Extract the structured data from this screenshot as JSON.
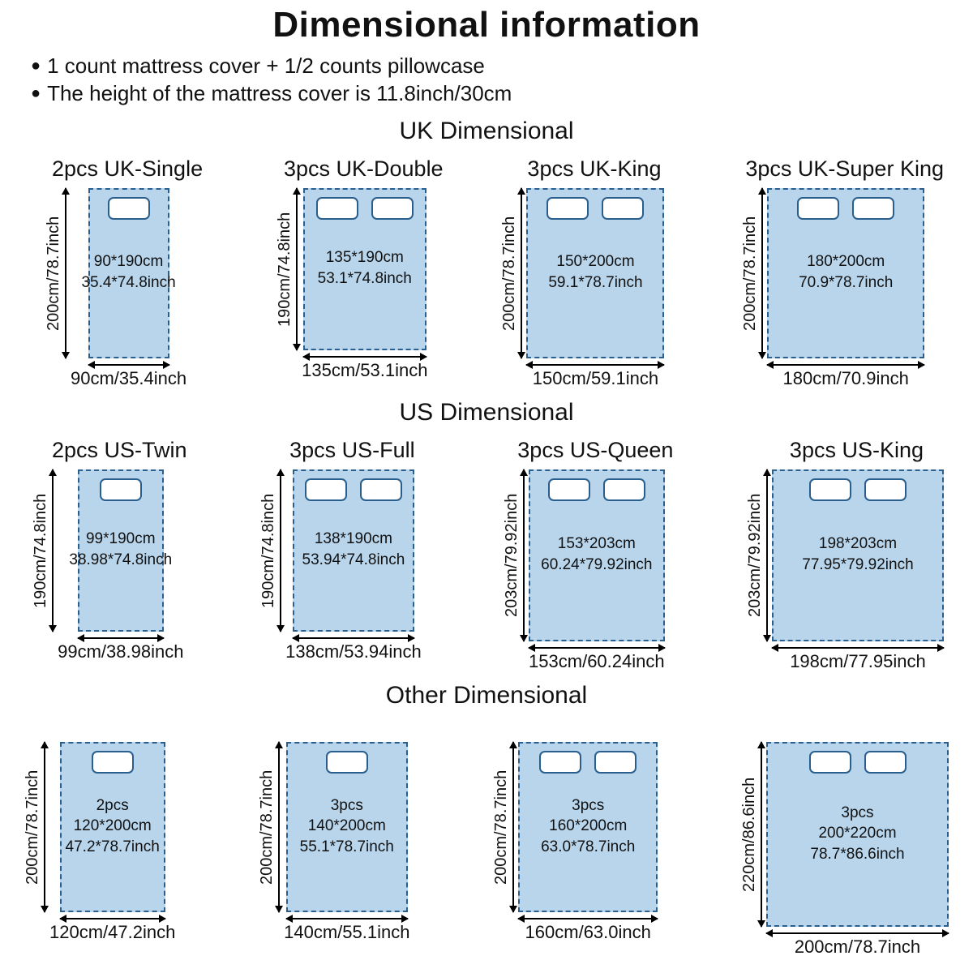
{
  "page": {
    "title": "Dimensional information",
    "bullets": [
      "1 count mattress cover + 1/2 counts pillowcase",
      "The height of the mattress cover is 11.8inch/30cm"
    ]
  },
  "colors": {
    "bed_fill": "#b8d5ec",
    "bed_border": "#2a5e8c",
    "arrow": "#000000",
    "text": "#111111"
  },
  "sections": [
    {
      "heading": "UK Dimensional",
      "items": [
        {
          "title": "2pcs UK-Single",
          "size_cm": "90*190cm",
          "size_inch": "35.4*74.8inch",
          "height_label": "200cm/78.7inch",
          "width_label": "90cm/35.4inch"
        },
        {
          "title": "3pcs UK-Double",
          "size_cm": "135*190cm",
          "size_inch": "53.1*74.8inch",
          "height_label": "190cm/74.8inch",
          "width_label": "135cm/53.1inch"
        },
        {
          "title": "3pcs UK-King",
          "size_cm": "150*200cm",
          "size_inch": "59.1*78.7inch",
          "height_label": "200cm/78.7inch",
          "width_label": "150cm/59.1inch"
        },
        {
          "title": "3pcs UK-Super King",
          "size_cm": "180*200cm",
          "size_inch": "70.9*78.7inch",
          "height_label": "200cm/78.7inch",
          "width_label": "180cm/70.9inch"
        }
      ]
    },
    {
      "heading": "US Dimensional",
      "items": [
        {
          "title": "2pcs US-Twin",
          "size_cm": "99*190cm",
          "size_inch": "38.98*74.8inch",
          "height_label": "190cm/74.8inch",
          "width_label": "99cm/38.98inch"
        },
        {
          "title": "3pcs US-Full",
          "size_cm": "138*190cm",
          "size_inch": "53.94*74.8inch",
          "height_label": "190cm/74.8inch",
          "width_label": "138cm/53.94inch"
        },
        {
          "title": "3pcs US-Queen",
          "size_cm": "153*203cm",
          "size_inch": "60.24*79.92inch",
          "height_label": "203cm/79.92inch",
          "width_label": "153cm/60.24inch"
        },
        {
          "title": "3pcs US-King",
          "size_cm": "198*203cm",
          "size_inch": "77.95*79.92inch",
          "height_label": "203cm/79.92inch",
          "width_label": "198cm/77.95inch"
        }
      ]
    },
    {
      "heading": "Other Dimensional",
      "items": [
        {
          "pcs": "2pcs",
          "size_cm": "120*200cm",
          "size_inch": "47.2*78.7inch",
          "height_label": "200cm/78.7inch",
          "width_label": "120cm/47.2inch"
        },
        {
          "pcs": "3pcs",
          "size_cm": "140*200cm",
          "size_inch": "55.1*78.7inch",
          "height_label": "200cm/78.7inch",
          "width_label": "140cm/55.1inch"
        },
        {
          "pcs": "3pcs",
          "size_cm": "160*200cm",
          "size_inch": "63.0*78.7inch",
          "height_label": "200cm/78.7inch",
          "width_label": "160cm/63.0inch"
        },
        {
          "pcs": "3pcs",
          "size_cm": "200*220cm",
          "size_inch": "78.7*86.6inch",
          "height_label": "220cm/86.6inch",
          "width_label": "200cm/78.7inch"
        }
      ]
    }
  ]
}
